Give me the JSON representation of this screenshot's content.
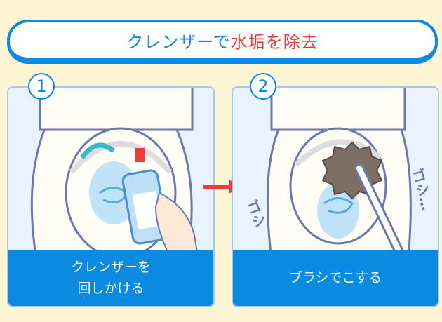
{
  "title": {
    "prefix": "クレンザーで",
    "highlight": "水垢を除去"
  },
  "steps": [
    {
      "number": "1",
      "caption_line1": "クレンザーを",
      "caption_line2": "回しかける"
    },
    {
      "number": "2",
      "caption_line1": "ブラシでこする",
      "sfx_left": "ゴシ",
      "sfx_right": "ゴシ…"
    }
  ],
  "colors": {
    "accent": "#0a8ae0",
    "highlight": "#ef3a3a",
    "background": "#fdf5d3"
  }
}
